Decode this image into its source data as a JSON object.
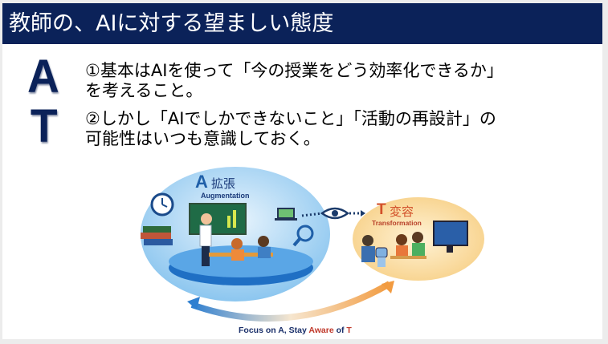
{
  "title": "教師の、AIに対する望ましい態度",
  "letters": {
    "a": "A",
    "t": "T"
  },
  "points": [
    {
      "line1": "①基本はAIを使って「今の授業をどう効率化できるか」",
      "line2": "を考えること。"
    },
    {
      "line1": "②しかし「AIでしかできないこと」「活動の再設計」の",
      "line2": "可能性はいつも意識しておく。"
    }
  ],
  "illustration": {
    "augment": {
      "letter": "A",
      "kanji": "拡張",
      "english": "Augmentation"
    },
    "transform": {
      "letter": "T",
      "kanji": "変容",
      "english": "Transformation"
    },
    "caption": {
      "p1": "Focus on ",
      "a": "A",
      "p2": ", Stay ",
      "aware": "Aware",
      "p3": " of ",
      "t": "T"
    }
  },
  "colors": {
    "navy": "#0b2259",
    "blue": "#1f6fc4",
    "orange": "#e0602a",
    "red": "#c0392b"
  }
}
